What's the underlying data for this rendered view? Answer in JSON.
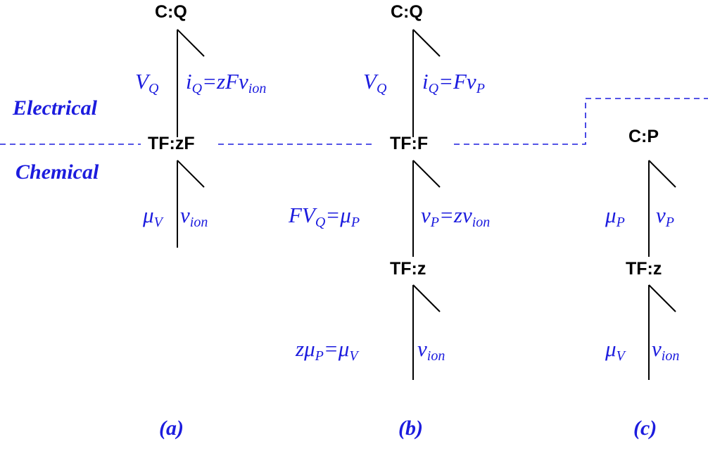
{
  "colors": {
    "accent": "#1c1cde",
    "line": "#000000",
    "dashed": "#1c1cde"
  },
  "domains": {
    "electrical": "Electrical",
    "chemical": "Chemical"
  },
  "nodes": {
    "a_cq": "C:Q",
    "a_tf": "TF:zF",
    "b_cq": "C:Q",
    "b_tf1": "TF:F",
    "b_tf2": "TF:z",
    "c_cp": "C:P",
    "c_tf": "TF:z"
  },
  "panels": {
    "a": "(a)",
    "b": "(b)",
    "c": "(c)"
  },
  "bonds": {
    "a_upper": {
      "effort": "V",
      "effort_sub": "Q",
      "flow": "i",
      "flow_sub": "Q",
      "flow_rhs": "=zFv",
      "flow_rhs_sub": "ion"
    },
    "a_lower": {
      "effort": "μ",
      "effort_sub": "V",
      "flow": "v",
      "flow_sub": "ion"
    },
    "b_upper": {
      "effort": "V",
      "effort_sub": "Q",
      "flow": "i",
      "flow_sub": "Q",
      "flow_rhs": "=Fv",
      "flow_rhs_sub": "P"
    },
    "b_middle": {
      "effort_pre": "FV",
      "effort_pre_sub": "Q",
      "effort_mid": "=μ",
      "effort_sub": "P",
      "flow": "v",
      "flow_sub": "P",
      "flow_rhs": "=zv",
      "flow_rhs_sub": "ion"
    },
    "b_lower": {
      "effort_pre": "zμ",
      "effort_pre_sub": "P",
      "effort_mid": "=μ",
      "effort_sub": "V",
      "flow": "v",
      "flow_sub": "ion"
    },
    "c_upper": {
      "effort": "μ",
      "effort_sub": "P",
      "flow": "v",
      "flow_sub": "P"
    },
    "c_lower": {
      "effort": "μ",
      "effort_sub": "V",
      "flow": "v",
      "flow_sub": "ion"
    }
  }
}
